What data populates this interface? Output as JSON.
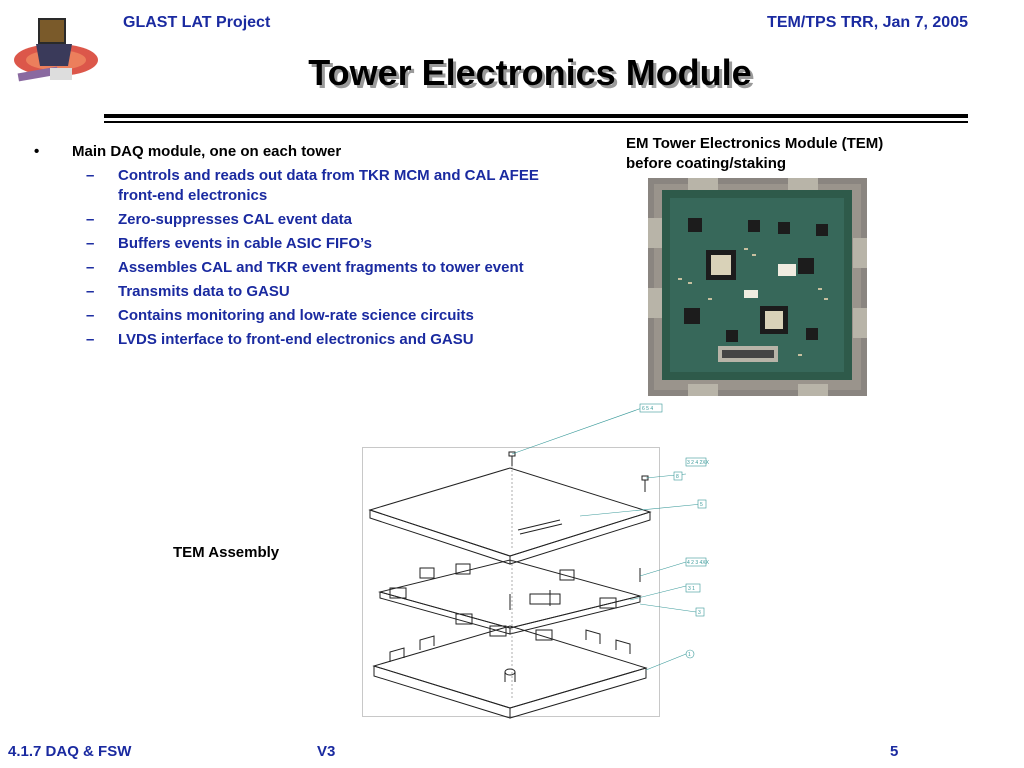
{
  "header": {
    "left": "GLAST LAT Project",
    "right": "TEM/TPS TRR, Jan 7, 2005"
  },
  "title": "Tower Electronics Module",
  "bullets": {
    "main": "Main DAQ module, one on each tower",
    "marker_main": "•",
    "marker_sub": "–",
    "subs": [
      "Controls and reads out data from TKR MCM and CAL AFEE front-end electronics",
      "Zero-suppresses CAL event data",
      "Buffers events in cable ASIC FIFO’s",
      "Assembles CAL and TKR event fragments to tower event",
      "Transmits data to GASU",
      "Contains monitoring and low-rate science circuits",
      "LVDS interface to front-end electronics and GASU"
    ]
  },
  "photo_caption": {
    "line1": "EM Tower Electronics Module (TEM)",
    "line2": "before coating/staking"
  },
  "assembly_caption": "TEM Assembly",
  "drawing_callouts": [
    "6 5 4",
    "3 2 4 2XX",
    "8",
    "5",
    "4 2 3 4XX",
    "3 1",
    "3",
    "1"
  ],
  "footer": {
    "left": "4.1.7 DAQ & FSW",
    "middle": "V3",
    "right": "5"
  },
  "colors": {
    "accent": "#1a2aa0",
    "board": "#2e5a4a",
    "rule": "#000000"
  }
}
